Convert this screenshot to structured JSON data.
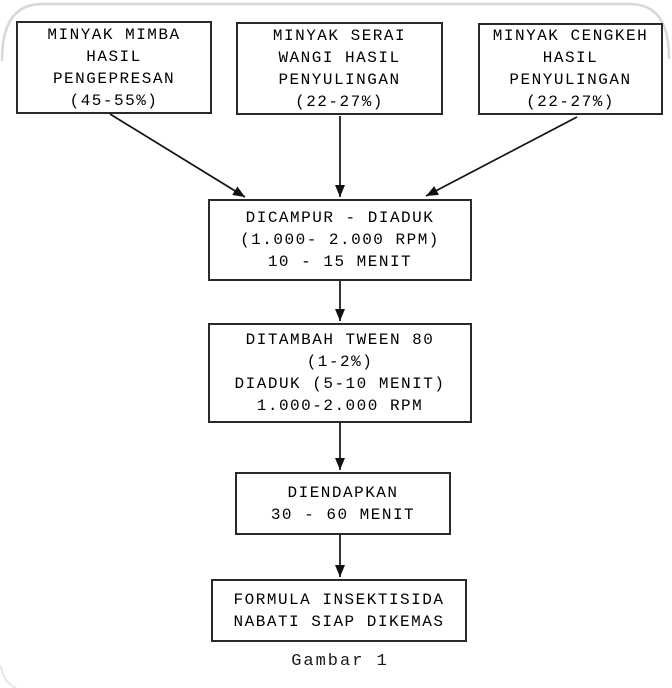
{
  "page": {
    "background": "#ffffff",
    "frame_corner_color": "#d6d8db"
  },
  "diagram": {
    "type": "flowchart",
    "caption": "Gambar 1",
    "colors": {
      "box_border": "#2a2a2a",
      "text": "#000000",
      "arrow": "#111111"
    },
    "nodes": [
      {
        "id": "minyak-mimba",
        "label": "MINYAK MIMBA\nHASIL\nPENGEPRESAN\n(45-55%)"
      },
      {
        "id": "minyak-serai",
        "label": "MINYAK SERAI\nWANGI HASIL\nPENYULINGAN\n(22-27%)"
      },
      {
        "id": "minyak-cengkeh",
        "label": "MINYAK CENGKEH\nHASIL\nPENYULINGAN\n(22-27%)"
      },
      {
        "id": "dicampur",
        "label": "DICAMPUR - DIADUK\n(1.000- 2.000 RPM)\n10 - 15 MENIT"
      },
      {
        "id": "ditambah-tween",
        "label": "DITAMBAH TWEEN 80\n(1-2%)\nDIADUK (5-10 MENIT)\n1.000-2.000 RPM"
      },
      {
        "id": "diendapkan",
        "label": "DIENDAPKAN\n30 - 60 MENIT"
      },
      {
        "id": "formula",
        "label": "FORMULA INSEKTISIDA\nNABATI SIAP DIKEMAS"
      }
    ],
    "edges": [
      {
        "from": "minyak-mimba",
        "to": "dicampur"
      },
      {
        "from": "minyak-serai",
        "to": "dicampur"
      },
      {
        "from": "minyak-cengkeh",
        "to": "dicampur"
      },
      {
        "from": "dicampur",
        "to": "ditambah-tween"
      },
      {
        "from": "ditambah-tween",
        "to": "diendapkan"
      },
      {
        "from": "diendapkan",
        "to": "formula"
      }
    ]
  }
}
